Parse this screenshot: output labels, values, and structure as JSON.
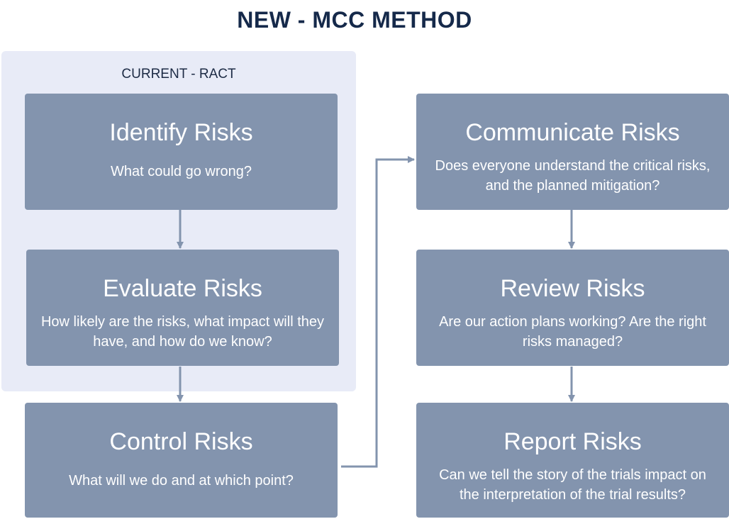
{
  "diagram": {
    "title": "NEW - MCC METHOD",
    "group_label": "CURRENT - RACT",
    "steps": [
      {
        "title": "Identify Risks",
        "desc": "What could go wrong?"
      },
      {
        "title": "Evaluate Risks",
        "desc": "How likely are the risks, what impact will they have, and how do we know?"
      },
      {
        "title": "Control Risks",
        "desc": "What will we do and at which point?"
      },
      {
        "title": "Communicate Risks",
        "desc": "Does everyone understand the critical risks, and the planned mitigation?"
      },
      {
        "title": "Review Risks",
        "desc": "Are our action plans working? Are the right risks managed?"
      },
      {
        "title": "Report Risks",
        "desc": "Can we tell the story of the trials impact on the interpretation of the trial results?"
      }
    ]
  },
  "colors": {
    "title_text": "#15294a",
    "group_panel": "#e8ebf7",
    "step_box": "#8394ae",
    "connector": "#8394ae"
  }
}
